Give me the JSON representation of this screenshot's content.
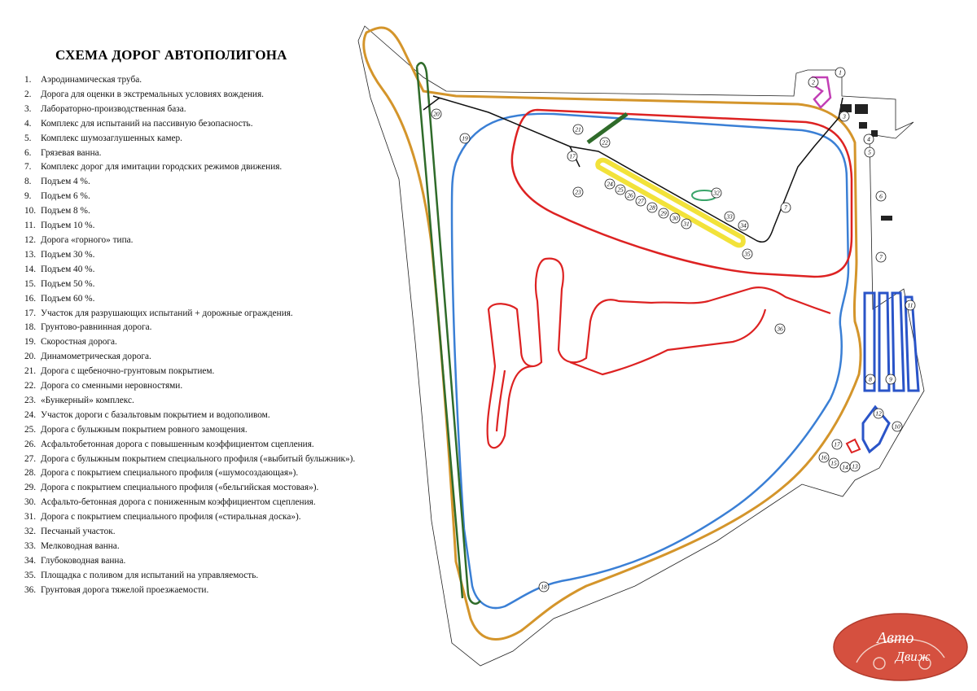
{
  "title": "СХЕМА ДОРОГ АВТОПОЛИГОНА",
  "legend": [
    {
      "num": "1.",
      "text": "Аэродинамическая труба."
    },
    {
      "num": "2.",
      "text": "Дорога для оценки в экстремальных условиях вождения."
    },
    {
      "num": "3.",
      "text": "Лабораторно-производственная база."
    },
    {
      "num": "4.",
      "text": "Комплекс для испытаний на пассивную безопасность."
    },
    {
      "num": "5.",
      "text": "Комплекс шумозаглушенных камер."
    },
    {
      "num": "6.",
      "text": "Грязевая ванна."
    },
    {
      "num": "7.",
      "text": "Комплекс дорог для имитации городских режимов движения."
    },
    {
      "num": "8.",
      "text": "Подъем 4 %."
    },
    {
      "num": "9.",
      "text": "Подъем 6 %."
    },
    {
      "num": "10.",
      "text": "Подъем 8 %."
    },
    {
      "num": "11.",
      "text": "Подъем 10 %."
    },
    {
      "num": "12.",
      "text": "Дорога «горного» типа."
    },
    {
      "num": "13.",
      "text": "Подъем 30 %."
    },
    {
      "num": "14.",
      "text": "Подъем 40 %."
    },
    {
      "num": "15.",
      "text": "Подъем 50 %."
    },
    {
      "num": "16.",
      "text": "Подъем 60 %."
    },
    {
      "num": "17.",
      "text": "Участок для разрушающих испытаний + дорожные ограждения."
    },
    {
      "num": "18.",
      "text": "Грунтово-равнинная дорога."
    },
    {
      "num": "19.",
      "text": "Скоростная дорога."
    },
    {
      "num": "20.",
      "text": "Динамометрическая дорога."
    },
    {
      "num": "21.",
      "text": "Дорога с щебеночно-грунтовым покрытием."
    },
    {
      "num": "22.",
      "text": "Дорога со сменными неровностями."
    },
    {
      "num": "23.",
      "text": "«Бункерный» комплекс."
    },
    {
      "num": "24.",
      "text": "Участок дороги с базальтовым покрытием и водополивом."
    },
    {
      "num": "25.",
      "text": "Дорога с булыжным покрытием ровного замощения."
    },
    {
      "num": "26.",
      "text": "Асфальтобетонная дорога с повышенным коэффициентом сцепления."
    },
    {
      "num": "27.",
      "text": "Дорога с булыжным покрытием специального профиля («выбитый булыжник»)."
    },
    {
      "num": "28.",
      "text": "Дорога с покрытием специального профиля («шумосоздающая»)."
    },
    {
      "num": "29.",
      "text": "Дорога с покрытием специального профиля («бельгийская мостовая»)."
    },
    {
      "num": "30.",
      "text": "Асфальто-бетонная дорога с пониженным коэффициентом сцепления."
    },
    {
      "num": "31.",
      "text": "Дорога с покрытием специального профиля («стиральная доска»)."
    },
    {
      "num": "32.",
      "text": "Песчаный участок."
    },
    {
      "num": "33.",
      "text": "Мелководная ванна."
    },
    {
      "num": "34.",
      "text": "Глубоководная ванна."
    },
    {
      "num": "35.",
      "text": "Площадка с поливом для испытаний на управляемость."
    },
    {
      "num": "36.",
      "text": "Грунтовая дорога тяжелой проезжаемости."
    }
  ],
  "map_labels": {
    "l1": "1",
    "l2": "2",
    "l3": "3",
    "l4": "4",
    "l5": "5",
    "l6": "6",
    "l7": "7",
    "l7b": "7",
    "l8": "8",
    "l9": "9",
    "l10": "10",
    "l11": "11",
    "l12": "12",
    "l13": "13",
    "l14": "14",
    "l15": "15",
    "l16": "16",
    "l17": "17",
    "l17b": "17",
    "l18": "18",
    "l19": "19",
    "l20": "20",
    "l21": "21",
    "l22": "22",
    "l23": "23",
    "l24": "24",
    "l25": "25",
    "l26": "26",
    "l27": "27",
    "l28": "28",
    "l29": "29",
    "l30": "30",
    "l31": "31",
    "l32": "32",
    "l33": "33",
    "l34": "34",
    "l35": "35",
    "l36": "36"
  },
  "colors": {
    "perimeter": "#d4952b",
    "speed_road": "#3a7fd5",
    "dynamometric": "#2f6b2a",
    "red_roads": "#dd2222",
    "yellow": "#f2e23a",
    "magenta": "#c23fb5",
    "green": "#3aa56a",
    "blue_block": "#2a54c8",
    "logo_fill": "#d5503f"
  },
  "logo": {
    "line1": "Авто",
    "line2": "Движ"
  }
}
